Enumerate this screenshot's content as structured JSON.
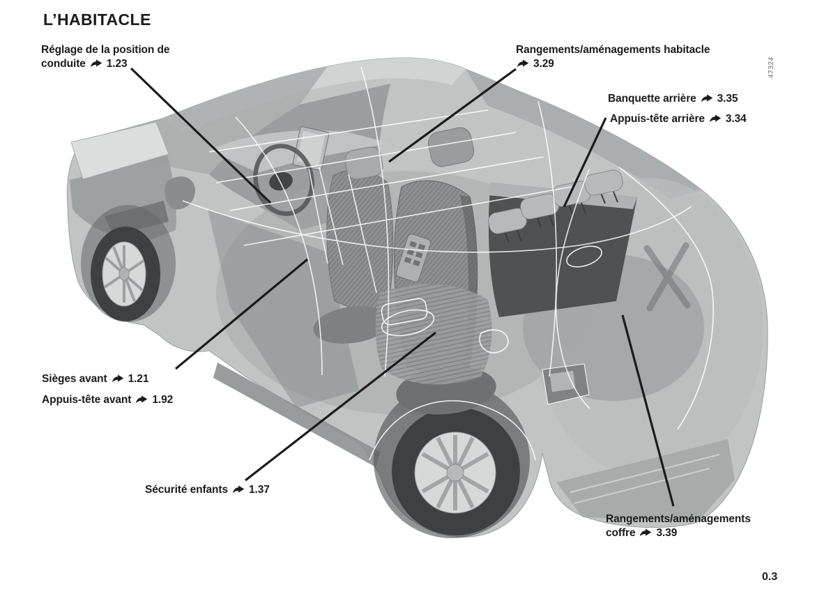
{
  "document": {
    "title": "L’HABITACLE",
    "page_number": "0.3",
    "illustration_number": "47324",
    "language": "fr"
  },
  "callouts": [
    {
      "id": "reglage-position-conduite",
      "line1": "Réglage de la position de",
      "text": "conduite",
      "ref": "1.23"
    },
    {
      "id": "rangements-habitacle",
      "line1": "Rangements/aménagements habitacle",
      "text": "",
      "ref": "3.29"
    },
    {
      "id": "banquette-arriere",
      "line1": "",
      "text": "Banquette arrière",
      "ref": "3.35"
    },
    {
      "id": "appuis-tete-arriere",
      "line1": "",
      "text": "Appuis-tête arrière",
      "ref": "3.34"
    },
    {
      "id": "sieges-avant",
      "line1": "",
      "text": "Sièges avant",
      "ref": "1.21"
    },
    {
      "id": "appuis-tete-avant",
      "line1": "",
      "text": "Appuis-tête avant",
      "ref": "1.92"
    },
    {
      "id": "securite-enfants",
      "line1": "",
      "text": "Sécurité enfants",
      "ref": "1.37"
    },
    {
      "id": "rangements-coffre",
      "line1": "Rangements/aménagements",
      "text": "coffre",
      "ref": "3.39"
    }
  ],
  "icons": {
    "reference_arrow": "curved right arrow (renvoi de page)"
  },
  "colors": {
    "background": "#ffffff",
    "text": "#1b1b1b",
    "leader_line": "#1b1b1b",
    "body_gray": "#c2c4c4",
    "dark_gray": "#4e5252",
    "seat_gray": "#8d9090",
    "seam_line": "#ffffff",
    "fig_number_gray": "#666666"
  }
}
